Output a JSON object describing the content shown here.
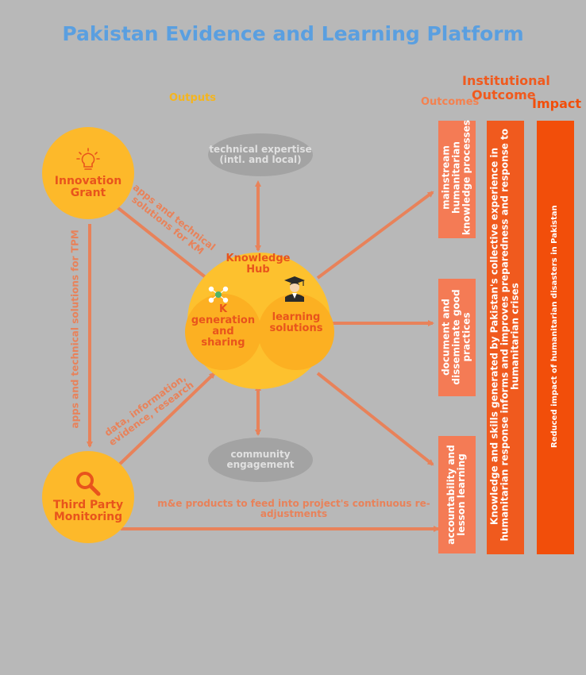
{
  "title": "Pakistan Evidence and Learning Platform",
  "headers": {
    "outputs": "Outputs",
    "outcomes": "Outcomes",
    "institutional_outcome": [
      "Institutional",
      "Outcome"
    ],
    "impact": "Impact"
  },
  "nodes": {
    "innovation_grant": [
      "Innovation",
      "Grant"
    ],
    "third_party_monitoring": [
      "Third Party",
      "Monitoring"
    ],
    "knowledge_hub": [
      "Knowledge",
      "Hub"
    ],
    "k_generation": [
      "K",
      "generation",
      "and",
      "sharing"
    ],
    "learning_solutions": [
      "learning",
      "solutions"
    ],
    "technical_expertise": [
      "technical expertise",
      "(intl. and local)"
    ],
    "community_engagement": [
      "community",
      "engagement"
    ]
  },
  "outcomes": [
    [
      "mainstream",
      "humanitarian",
      "knowledge processes"
    ],
    [
      "document and",
      "disseminate good",
      "practices"
    ],
    [
      "accountability and",
      "lesson learning"
    ]
  ],
  "institutional_outcome_text": [
    "Knowledge and skills generated by Pakistan's collective experience in",
    "humanitarian response informs and improves preparedness and response to",
    "humanitarian crises"
  ],
  "impact_text": "Reduced impact of humanitarian disasters in Pakistan",
  "edge_labels": {
    "apps_km": [
      "apps and technical",
      "solutions for KM"
    ],
    "apps_tpm": "apps and technical solutions for TPM",
    "data_research": [
      "data, information,",
      "evidence, research"
    ],
    "me_products": [
      "m&e products to feed into project's continuous re-",
      "adjustments"
    ]
  },
  "colors": {
    "background": "#b8b8b8",
    "title": "#5a9fe0",
    "output_circle": "#fdb92a",
    "hub_circle": "#fdc12e",
    "node_text": "#e8541c",
    "arrow": "#e8825a",
    "outcome_box": "#f47b55",
    "inst_box": "#f05a1e",
    "impact_box": "#f24e0a",
    "outputs_header": "#f4b51f",
    "outcomes_header": "#f4814f",
    "inst_header": "#f05a1e",
    "impact_header": "#f24e0a"
  },
  "icons": [
    "lightbulb-icon",
    "magnifier-icon",
    "graduate-icon",
    "network-icon"
  ]
}
